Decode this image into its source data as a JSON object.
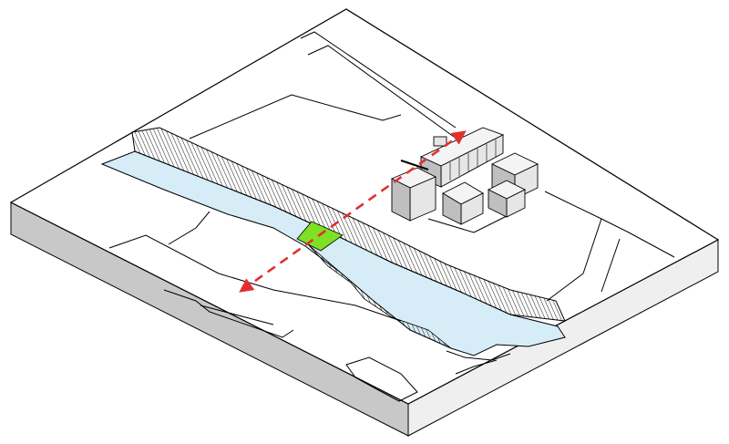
{
  "diagram": {
    "colors": {
      "line": "#000000",
      "terrain": "#ffffff",
      "slab_side": "#c8c8c8",
      "slab_front": "#efefef",
      "river": "#d6edf7",
      "bridge_highlight": "#7fe024",
      "axis_arrow": "#e03030",
      "building_face": "#e6e6e6",
      "building_shadow": "#bfbfbf"
    },
    "elements": [
      {
        "name": "terrain-slab",
        "label": ""
      },
      {
        "name": "river",
        "label": ""
      },
      {
        "name": "embankment",
        "label": ""
      },
      {
        "name": "bridge-highlight",
        "label": ""
      },
      {
        "name": "building-complex",
        "label": ""
      },
      {
        "name": "crossing-axis-arrow",
        "label": ""
      }
    ]
  }
}
